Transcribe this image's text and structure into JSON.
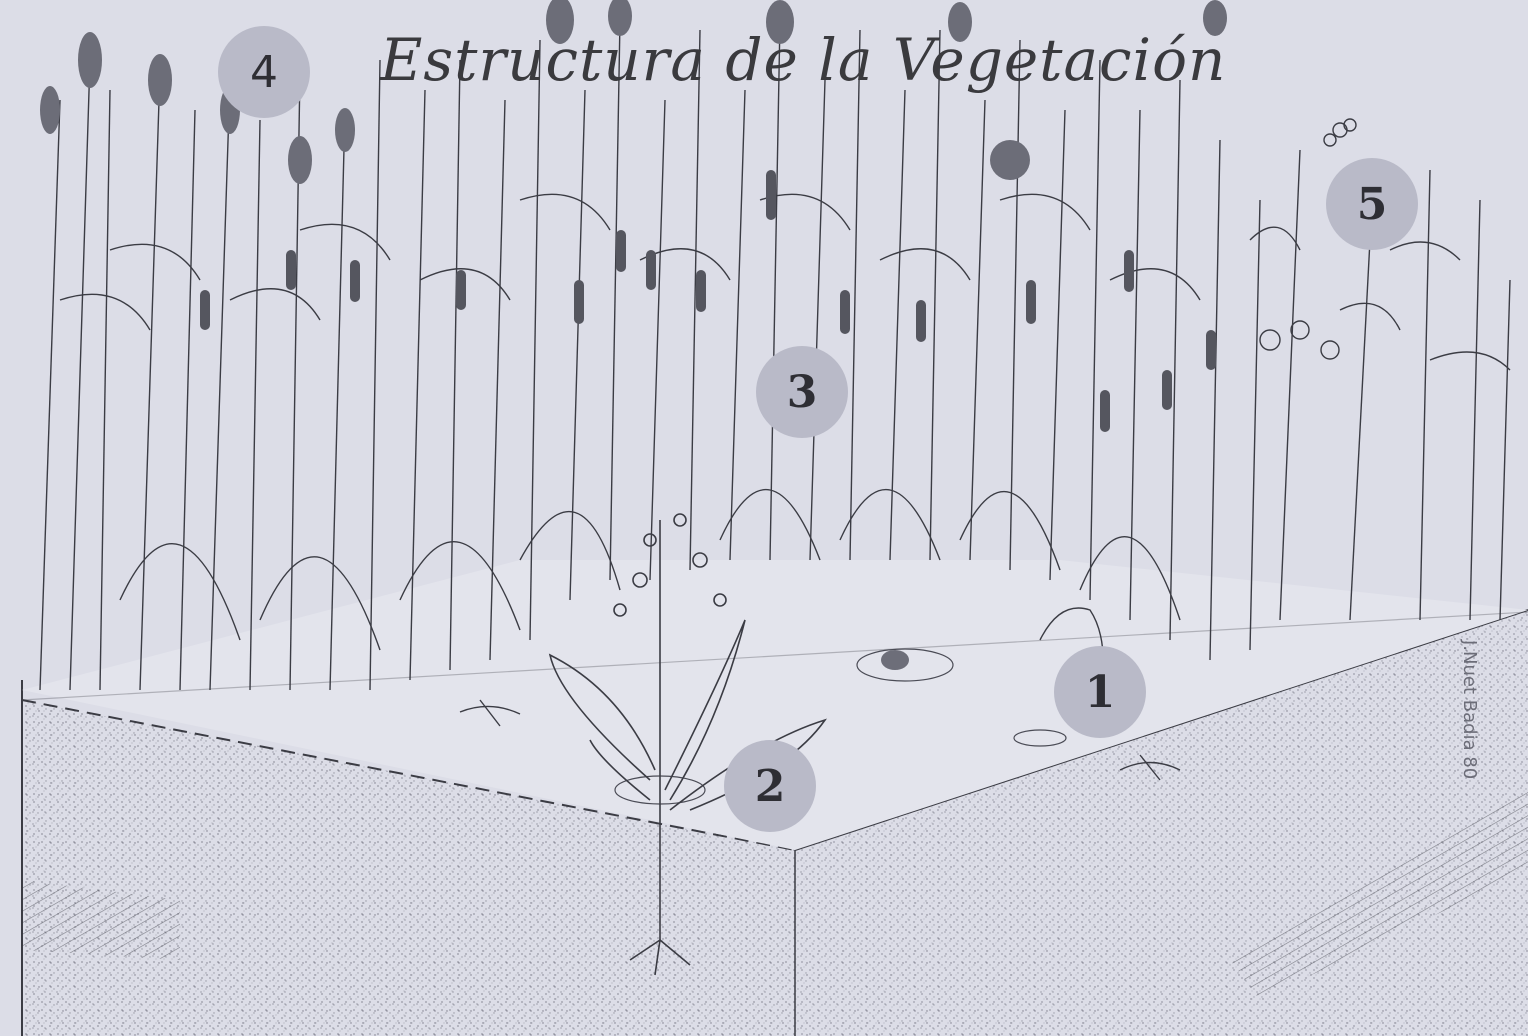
{
  "title": "Estructura de la Vegetación",
  "labels": [
    "1",
    "2",
    "3",
    "4",
    "5"
  ],
  "signature": "J.Nuet Badia 80",
  "colors": {
    "background": "#dcdde7",
    "ink": "#3a3a3e",
    "badge": "#b9bac8",
    "stipple": "#6a6b78"
  }
}
